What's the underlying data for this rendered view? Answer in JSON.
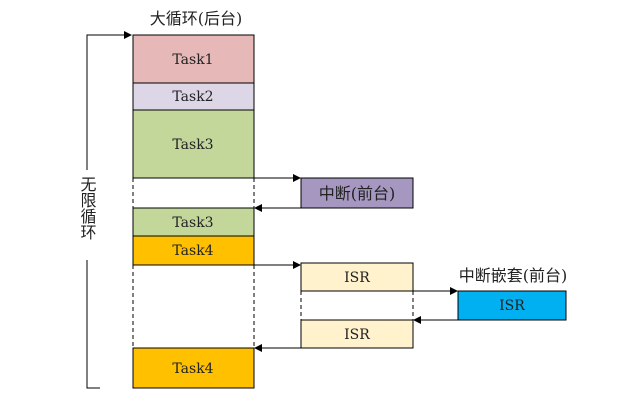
{
  "title_background": "大循环(后台)",
  "loop_label": "无限循环",
  "interrupt_label": "中断(前台)",
  "nested_label": "中断嵌套(前台)",
  "blocks": {
    "task1": "Task1",
    "task2": "Task2",
    "task3a": "Task3",
    "task3b": "Task3",
    "task4a": "Task4",
    "task4b": "Task4",
    "isr1": "ISR",
    "isr2": "ISR",
    "isr_nested": "ISR"
  },
  "colors": {
    "task1": "#e6b8b7",
    "task2": "#dcd6e6",
    "task3": "#c4d79b",
    "task4": "#ffc000",
    "interrupt": "#a597c0",
    "isr": "#fff2cc",
    "isr_nested": "#00b0f0"
  }
}
